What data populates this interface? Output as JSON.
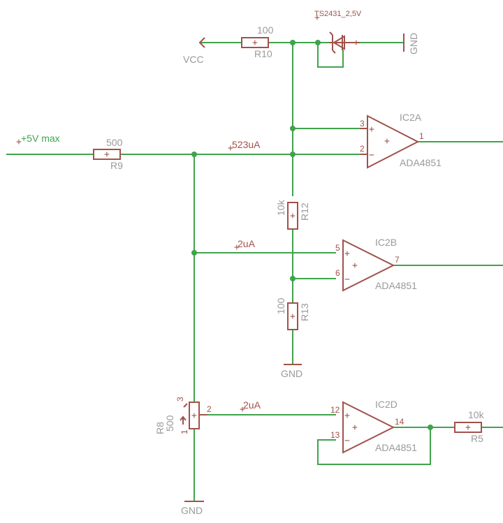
{
  "nets": {
    "vcc": "VCC",
    "gnd": "GND",
    "input": "+5V max",
    "i_523": "523uA",
    "i_2a": "2uA",
    "i_2b": "2uA"
  },
  "components": {
    "R10": {
      "name": "R10",
      "value": "100"
    },
    "R9": {
      "name": "R9",
      "value": "500"
    },
    "R12": {
      "name": "R12",
      "value": "10k"
    },
    "R13": {
      "name": "R13",
      "value": "100"
    },
    "R8": {
      "name": "R8",
      "value": "500",
      "pins": [
        "1",
        "2",
        "3"
      ]
    },
    "R5": {
      "name": "R5",
      "value": "10k"
    },
    "D1": {
      "name": "TS2431_2,5V"
    },
    "IC2A": {
      "name": "IC2A",
      "part": "ADA4851",
      "pins": [
        "3",
        "2",
        "1"
      ]
    },
    "IC2B": {
      "name": "IC2B",
      "part": "ADA4851",
      "pins": [
        "5",
        "6",
        "7"
      ]
    },
    "IC2D": {
      "name": "IC2D",
      "part": "ADA4851",
      "pins": [
        "12",
        "13",
        "14"
      ]
    }
  },
  "symbols": {
    "plus": "+",
    "minus": "−"
  }
}
